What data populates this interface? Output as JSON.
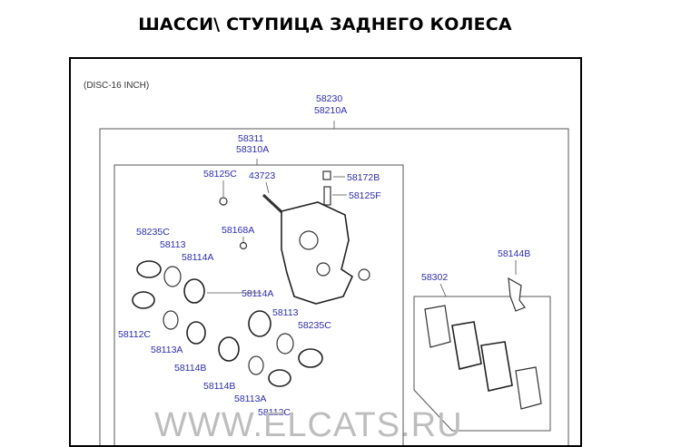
{
  "title": "ШАССИ\\ СТУПИЦА ЗАДНЕГО КОЛЕСА",
  "diagram": {
    "variant": "(DISC-16 INCH)",
    "watermark": "WWW.ELCATS.RU",
    "labels": {
      "p58230": "58230",
      "p58210A": "58210A",
      "p58311": "58311",
      "p58310A": "58310A",
      "p58125C": "58125C",
      "p43723": "43723",
      "p58172B": "58172B",
      "p58125F": "58125F",
      "p58168A": "58168A",
      "p58235C_top": "58235C",
      "p58113_top": "58113",
      "p58114A_top": "58114A",
      "p58114A_mid": "58114A",
      "p58113_mid": "58113",
      "p58235C_mid": "58235C",
      "p58112C_left": "58112C",
      "p58113A_left": "58113A",
      "p58114B_left": "58114B",
      "p58114B_bottom": "58114B",
      "p58113A_bottom": "58113A",
      "p58112C_bottom": "58112C",
      "p58302": "58302",
      "p58144B": "58144B"
    }
  }
}
